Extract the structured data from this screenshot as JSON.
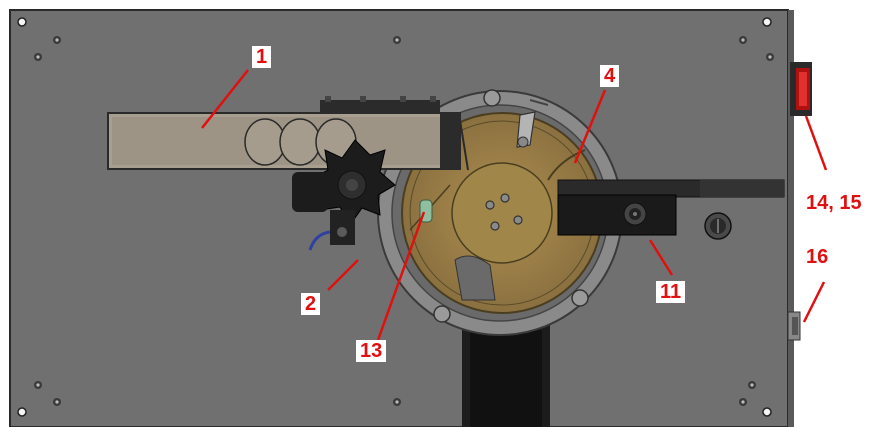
{
  "diagram": {
    "colors": {
      "panel": "#707070",
      "panel_edge": "#2a2a2a",
      "callout": "#e01010",
      "gold": "#8a7440",
      "gold_light": "#a8894a",
      "dark_part": "#1c1c1c",
      "pink": "#e05a7a"
    },
    "callouts": [
      {
        "id": "c1",
        "text": "1"
      },
      {
        "id": "c2",
        "text": "2"
      },
      {
        "id": "c4",
        "text": "4"
      },
      {
        "id": "c11",
        "text": "11"
      },
      {
        "id": "c13",
        "text": "13"
      },
      {
        "id": "c14",
        "text": "14, 15"
      },
      {
        "id": "c16",
        "text": "16"
      }
    ]
  }
}
